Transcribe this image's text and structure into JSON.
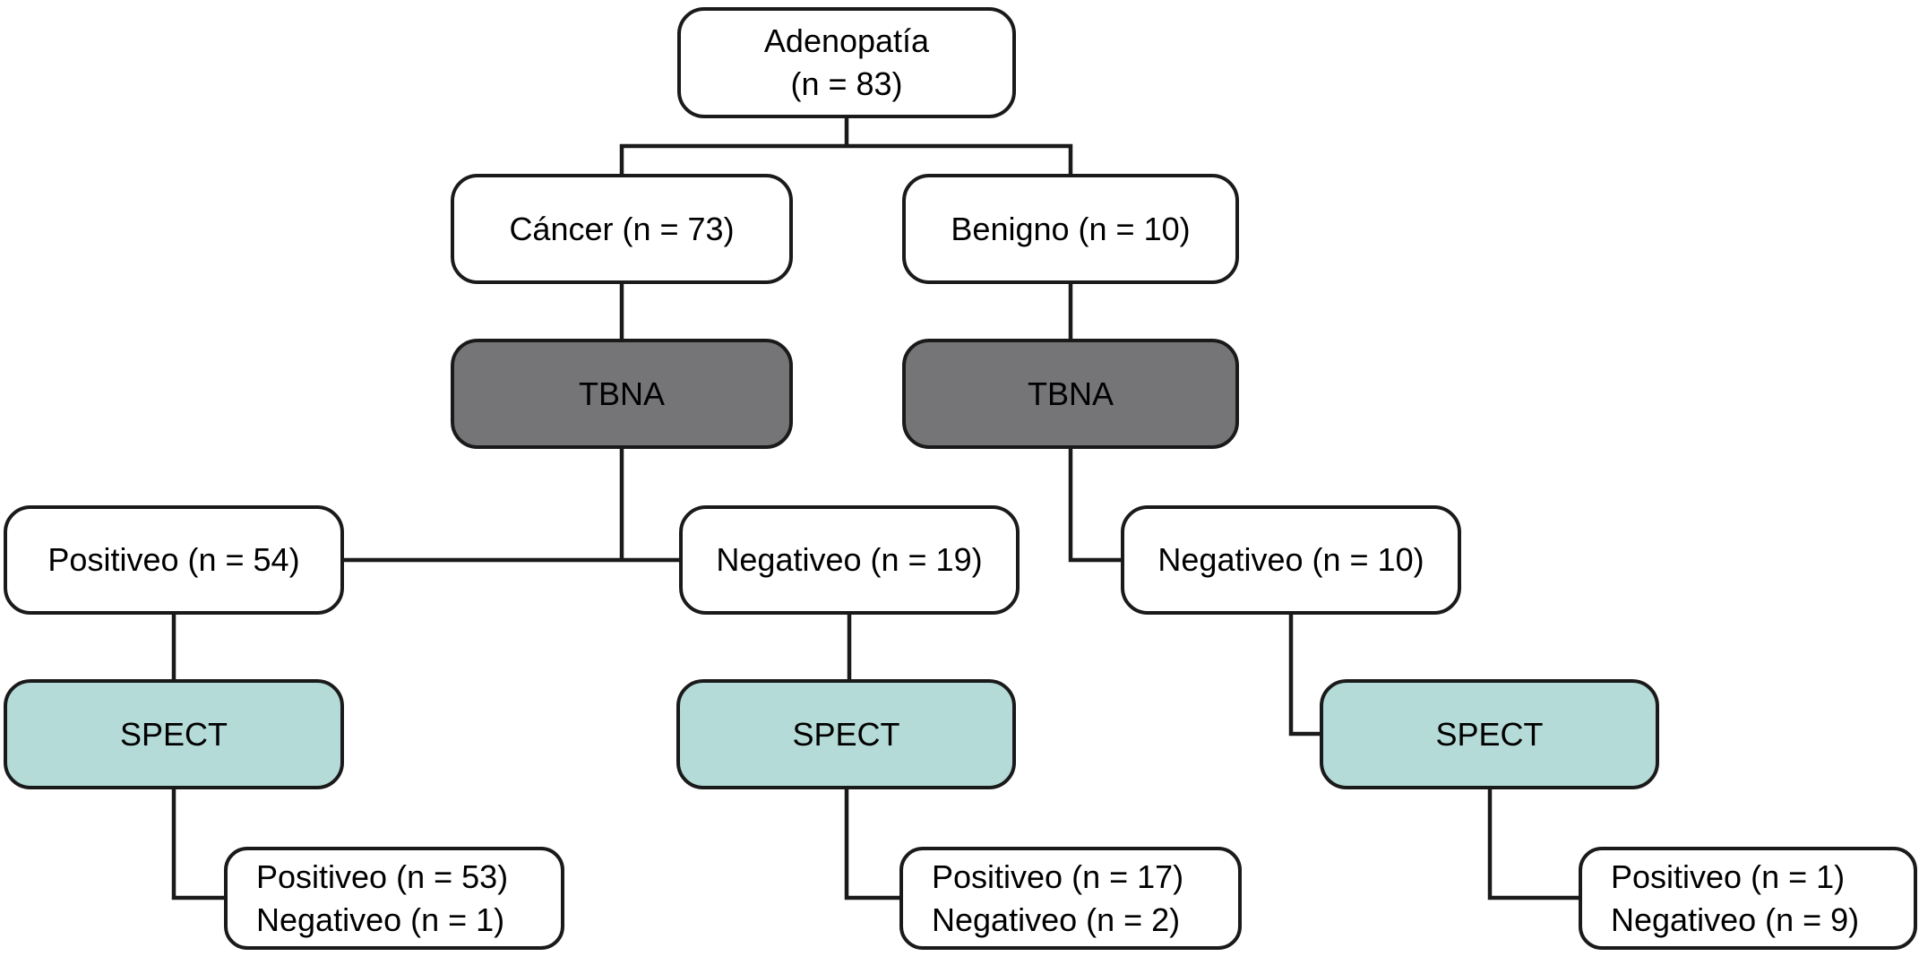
{
  "diagram": {
    "background": "#ffffff",
    "colors": {
      "box_border": "#1a1a1a",
      "connector": "#1a1a1a",
      "white_fill": "#ffffff",
      "tbna_fill": "#757578",
      "spect_fill": "#b4dbd8",
      "text": "#000000"
    },
    "nodes": {
      "adenopatia": {
        "line1": "Adenopatía",
        "line2": "(n = 83)"
      },
      "cancer": {
        "label": "Cáncer (n = 73)"
      },
      "benigno": {
        "label": "Benigno (n = 10)"
      },
      "tbna_cancer": {
        "label": "TBNA"
      },
      "tbna_benigno": {
        "label": "TBNA"
      },
      "tbna_positivo": {
        "label": "Positiveo (n = 54)"
      },
      "tbna_negativo": {
        "label": "Negativeo (n = 19)"
      },
      "benigno_negativo": {
        "label": "Negativeo (n = 10)"
      },
      "spect_left": {
        "label": "SPECT"
      },
      "spect_middle": {
        "label": "SPECT"
      },
      "spect_right": {
        "label": "SPECT"
      },
      "result_left": {
        "line1": "Positiveo (n = 53)",
        "line2": "Negativeo (n = 1)"
      },
      "result_middle": {
        "line1": "Positiveo (n = 17)",
        "line2": "Negativeo (n = 2)"
      },
      "result_right": {
        "line1": "Positiveo (n = 1)",
        "line2": "Negativeo (n = 9)"
      }
    }
  }
}
